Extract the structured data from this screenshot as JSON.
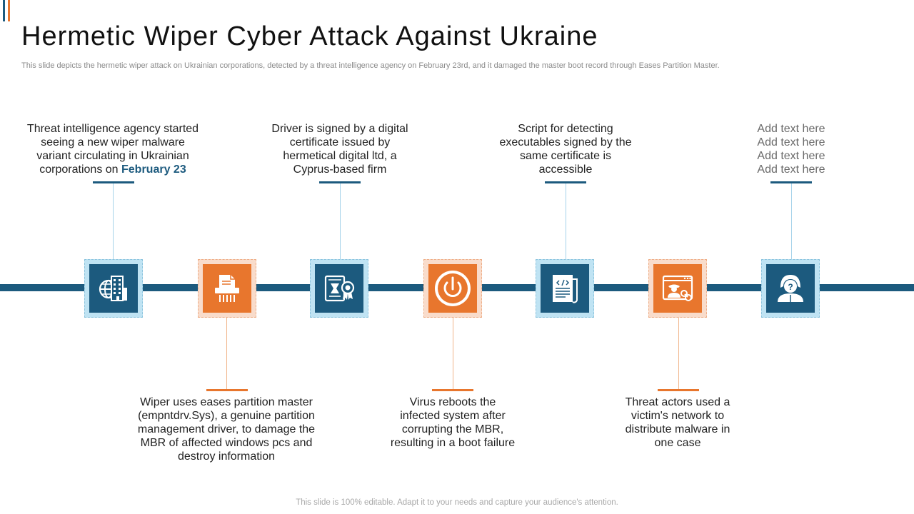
{
  "slide": {
    "title": "Hermetic Wiper Cyber Attack Against Ukraine",
    "subtitle": "This slide depicts the hermetic wiper attack on Ukrainian corporations, detected by a threat intelligence agency on February 23rd, and it damaged the master boot record through Eases Partition Master.",
    "footer": "This slide is 100% editable. Adapt it to your needs and capture your audience's attention."
  },
  "colors": {
    "blue": "#1c5a7e",
    "orange": "#e8762d",
    "light_blue": "#bfe3f3",
    "light_orange": "#f9dccb"
  },
  "timeline": [
    {
      "icon": "globe-building-icon",
      "color": "blue",
      "position": "top",
      "lines": [
        "Threat intelligence agency started",
        "seeing a new wiper malware",
        "variant circulating in Ukrainian"
      ],
      "last_prefix": "corporations on ",
      "last_highlight": "February 23"
    },
    {
      "icon": "document-shredder-icon",
      "color": "orange",
      "position": "bottom",
      "lines": [
        "Wiper uses eases partition master",
        "(empntdrv.Sys),  a genuine partition",
        "management driver, to damage the",
        "MBR of affected windows pcs and",
        "destroy information"
      ]
    },
    {
      "icon": "certificate-icon",
      "color": "blue",
      "position": "top",
      "lines": [
        "Driver is signed by a digital",
        "certificate issued by",
        "hermetical digital ltd, a",
        "Cyprus-based firm"
      ]
    },
    {
      "icon": "power-icon",
      "color": "orange",
      "position": "bottom",
      "lines": [
        "Virus reboots the",
        "infected system after",
        "corrupting the MBR,",
        "resulting in a boot failure"
      ]
    },
    {
      "icon": "script-document-icon",
      "color": "blue",
      "position": "top",
      "lines": [
        "Script for detecting",
        "executables signed by the",
        "same certificate is",
        "accessible"
      ]
    },
    {
      "icon": "hacker-browser-link-icon",
      "color": "orange",
      "position": "bottom",
      "lines": [
        "Threat actors used a",
        "victim's network to",
        "distribute malware in",
        "one case"
      ]
    },
    {
      "icon": "hacker-person-icon",
      "color": "blue",
      "position": "top",
      "muted": true,
      "lines": [
        "Add text here",
        "Add text here",
        "Add text here",
        "Add text here"
      ]
    }
  ]
}
